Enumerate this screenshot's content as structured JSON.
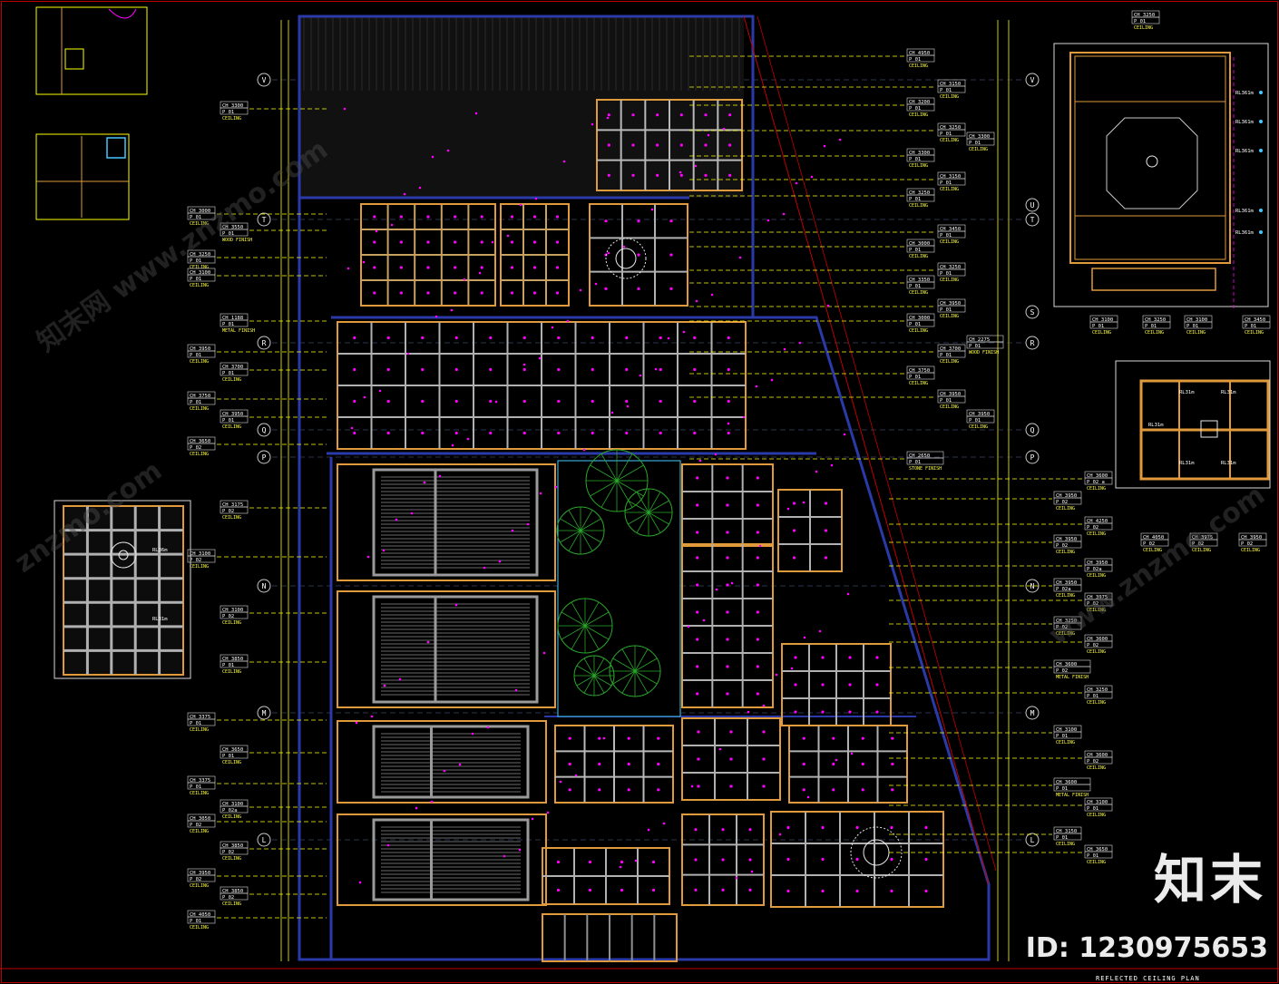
{
  "drawing": {
    "title": "REFLECTED CEILING PLAN",
    "brand": "知末",
    "id_label": "ID: 1230975653"
  },
  "watermarks": [
    "知末网 www.znzmo.com",
    "znzmo.com",
    "www.znzmo.com"
  ],
  "grid_axes": {
    "left": [
      "V",
      "T",
      "R",
      "Q",
      "P",
      "N",
      "M",
      "L"
    ],
    "right": [
      "V",
      "U",
      "T",
      "S",
      "R",
      "Q",
      "P",
      "N",
      "M",
      "L"
    ]
  },
  "tags_left": [
    {
      "ch": "CH 3300",
      "p": "P 01",
      "label": "CEILING"
    },
    {
      "ch": "CH 3000",
      "p": "P 01",
      "label": "CEILING"
    },
    {
      "ch": "CH 3550",
      "p": "P 01",
      "label": "WOOD FINISH"
    },
    {
      "ch": "CH 3250",
      "p": "P 01",
      "label": "CEILING"
    },
    {
      "ch": "CH 3100",
      "p": "P 01",
      "label": "CEILING"
    },
    {
      "ch": "CH 1188",
      "p": "P 01",
      "label": "METAL FINISH"
    },
    {
      "ch": "CH 3950",
      "p": "P 01",
      "label": "CEILING"
    },
    {
      "ch": "CH 3700",
      "p": "P 01",
      "label": "CEILING"
    },
    {
      "ch": "CH 3750",
      "p": "P 01",
      "label": "CEILING"
    },
    {
      "ch": "CH 3950",
      "p": "P 01",
      "label": "CEILING"
    },
    {
      "ch": "CH 3650",
      "p": "P 02",
      "label": "CEILING"
    },
    {
      "ch": "CH 3175",
      "p": "P 02",
      "label": "CEILING"
    },
    {
      "ch": "CH 3100",
      "p": "P 02",
      "label": "CEILING"
    },
    {
      "ch": "CH 3100",
      "p": "P 02",
      "label": "CEILING"
    },
    {
      "ch": "CH 3850",
      "p": "P 01",
      "label": "CEILING"
    },
    {
      "ch": "CH 3375",
      "p": "P 01",
      "label": "CEILING"
    },
    {
      "ch": "CH 3650",
      "p": "P 01",
      "label": "CEILING"
    },
    {
      "ch": "CH 3375",
      "p": "P 01",
      "label": "CEILING"
    },
    {
      "ch": "CH 3100",
      "p": "P 02a",
      "label": "CEILING"
    },
    {
      "ch": "CH 3050",
      "p": "P 02",
      "label": "CEILING"
    },
    {
      "ch": "CH 3850",
      "p": "P 02",
      "label": "CEILING"
    },
    {
      "ch": "CH 3950",
      "p": "P 02",
      "label": "CEILING"
    },
    {
      "ch": "CH 3850",
      "p": "P 02",
      "label": "CEILING"
    },
    {
      "ch": "CH 4050",
      "p": "P 01",
      "label": "CEILING"
    }
  ],
  "tags_right": [
    {
      "ch": "CH 4950",
      "p": "P 01",
      "label": "CEILING"
    },
    {
      "ch": "CH 3150",
      "p": "P 01",
      "label": "CEILING"
    },
    {
      "ch": "CH 3200",
      "p": "P 01",
      "label": "CEILING"
    },
    {
      "ch": "CH 3250",
      "p": "P 01",
      "label": "CEILING"
    },
    {
      "ch": "CH 3300",
      "p": "P 01",
      "label": "CEILING"
    },
    {
      "ch": "CH 3150",
      "p": "P 01",
      "label": "CEILING"
    },
    {
      "ch": "CH 3250",
      "p": "P 01",
      "label": "CEILING"
    },
    {
      "ch": "CH 3450",
      "p": "P 01",
      "label": "CEILING"
    },
    {
      "ch": "CH 3000",
      "p": "P 01",
      "label": "CEILING"
    },
    {
      "ch": "CH 3250",
      "p": "P 01",
      "label": "CEILING"
    },
    {
      "ch": "CH 3350",
      "p": "P 01",
      "label": "CEILING"
    },
    {
      "ch": "CH 3950",
      "p": "P 01",
      "label": "CEILING"
    },
    {
      "ch": "CH 3000",
      "p": "P 01",
      "label": "CEILING"
    },
    {
      "ch": "CH 3700",
      "p": "P 01",
      "label": "CEILING"
    },
    {
      "ch": "CH 3750",
      "p": "P 01",
      "label": "CEILING"
    },
    {
      "ch": "CH 3950",
      "p": "P 01",
      "label": "CEILING"
    },
    {
      "ch": "CH 2650",
      "p": "P 01",
      "label": "STONE FINISH"
    }
  ],
  "tags_right_mid": [
    {
      "ch": "CH 3300",
      "p": "P 01",
      "label": "CEILING"
    },
    {
      "ch": "CH 2275",
      "p": "P 01",
      "label": "WOOD FINISH"
    },
    {
      "ch": "CH 3950",
      "p": "P 01",
      "label": "CEILING"
    }
  ],
  "tags_far_right": [
    {
      "ch": "CH 3600",
      "p": "P 02 a",
      "label": "CEILING"
    },
    {
      "ch": "CH 3950",
      "p": "P 02",
      "label": "CEILING"
    },
    {
      "ch": "CH 4250",
      "p": "P 02",
      "label": "CEILING"
    },
    {
      "ch": "CH 3950",
      "p": "P 02",
      "label": "CEILING"
    },
    {
      "ch": "CH 3950",
      "p": "P 02a",
      "label": "CEILING"
    },
    {
      "ch": "CH 3950",
      "p": "P 02a",
      "label": "CEILING"
    },
    {
      "ch": "CH 3975",
      "p": "P 02",
      "label": "CEILING"
    },
    {
      "ch": "CH 3250",
      "p": "P 02",
      "label": "CEILING"
    },
    {
      "ch": "CH 3600",
      "p": "P 02",
      "label": "CEILING"
    },
    {
      "ch": "CH 3600",
      "p": "P 02",
      "label": "METAL FINISH"
    },
    {
      "ch": "CH 3250",
      "p": "P 01",
      "label": "CEILING"
    },
    {
      "ch": "CH 3100",
      "p": "P 01",
      "label": "CEILING"
    },
    {
      "ch": "CH 3600",
      "p": "P 02",
      "label": "CEILING"
    },
    {
      "ch": "CH 3600",
      "p": "P 01",
      "label": "METAL FINISH"
    },
    {
      "ch": "CH 3100",
      "p": "P 01",
      "label": "CEILING"
    },
    {
      "ch": "CH 3150",
      "p": "P 01",
      "label": "CEILING"
    },
    {
      "ch": "CH 3650",
      "p": "P 01",
      "label": "CEILING"
    }
  ],
  "detail_top_right_tags": [
    {
      "ch": "CH 3250",
      "p": "P 01",
      "label": "CEILING"
    },
    {
      "ch": "CH 3100",
      "p": "P 01",
      "label": "CEILING"
    },
    {
      "ch": "CH 3250",
      "p": "P 01",
      "label": "CEILING"
    },
    {
      "ch": "CH 3100",
      "p": "P 01",
      "label": "CEILING"
    },
    {
      "ch": "CH 3450",
      "p": "P 01",
      "label": "CEILING"
    }
  ],
  "detail_mid_right_tags": [
    {
      "ch": "CH 4050",
      "p": "P 02",
      "label": "CEILING"
    },
    {
      "ch": "CH 3975",
      "p": "P 02",
      "label": "CEILING"
    },
    {
      "ch": "CH 3950",
      "p": "P 02",
      "label": "CEILING"
    }
  ],
  "rl_labels": [
    "RL361m",
    "RL361m",
    "RL361m",
    "RL361m",
    "RL361m",
    "RL31m",
    "RL31m",
    "RL31m",
    "RL31m",
    "RL31m",
    "RL36m",
    "RL31m"
  ],
  "colors": {
    "background": "#000000",
    "wall": "#2a3aa8",
    "panel": "#e09a3c",
    "grid_gray": "#9a9a9a",
    "dim_yellow": "#ffff00",
    "fixture_magenta": "#ff00ff",
    "tree_green": "#2aa82a",
    "border_red": "#c00000",
    "text_white": "#ffffff",
    "text_yellow": "#ffff40"
  }
}
